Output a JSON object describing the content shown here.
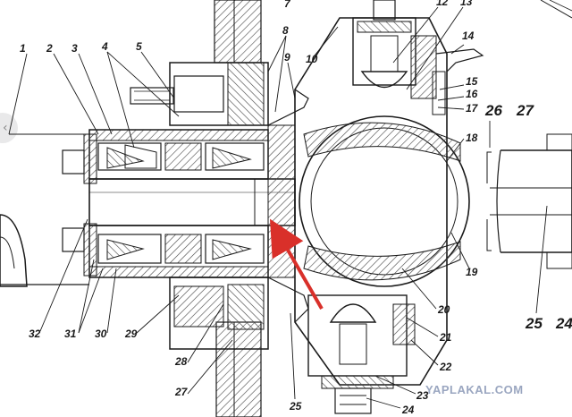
{
  "labels": {
    "n1": "1",
    "n2": "2",
    "n3": "3",
    "n4": "4",
    "n5": "5",
    "n7": "7",
    "n8": "8",
    "n9": "9",
    "n10": "10",
    "n12": "12",
    "n13": "13",
    "n14": "14",
    "n15": "15",
    "n16": "16",
    "n17": "17",
    "n18": "18",
    "n19": "19",
    "n20": "20",
    "n21": "21",
    "n22": "22",
    "n23": "23",
    "n24": "24",
    "n25": "25",
    "n26": "26",
    "n27": "27",
    "n27b": "27",
    "n28": "28",
    "n29": "29",
    "n30": "30",
    "n31": "31",
    "n32": "32",
    "n25b": "25",
    "n24b": "24"
  },
  "watermark": "YAPLAKAL.COM",
  "colors": {
    "ink": "#1a1a1a",
    "hatch": "#444444",
    "arrow": "#d9302a",
    "watermark": "#9aa6c0"
  }
}
